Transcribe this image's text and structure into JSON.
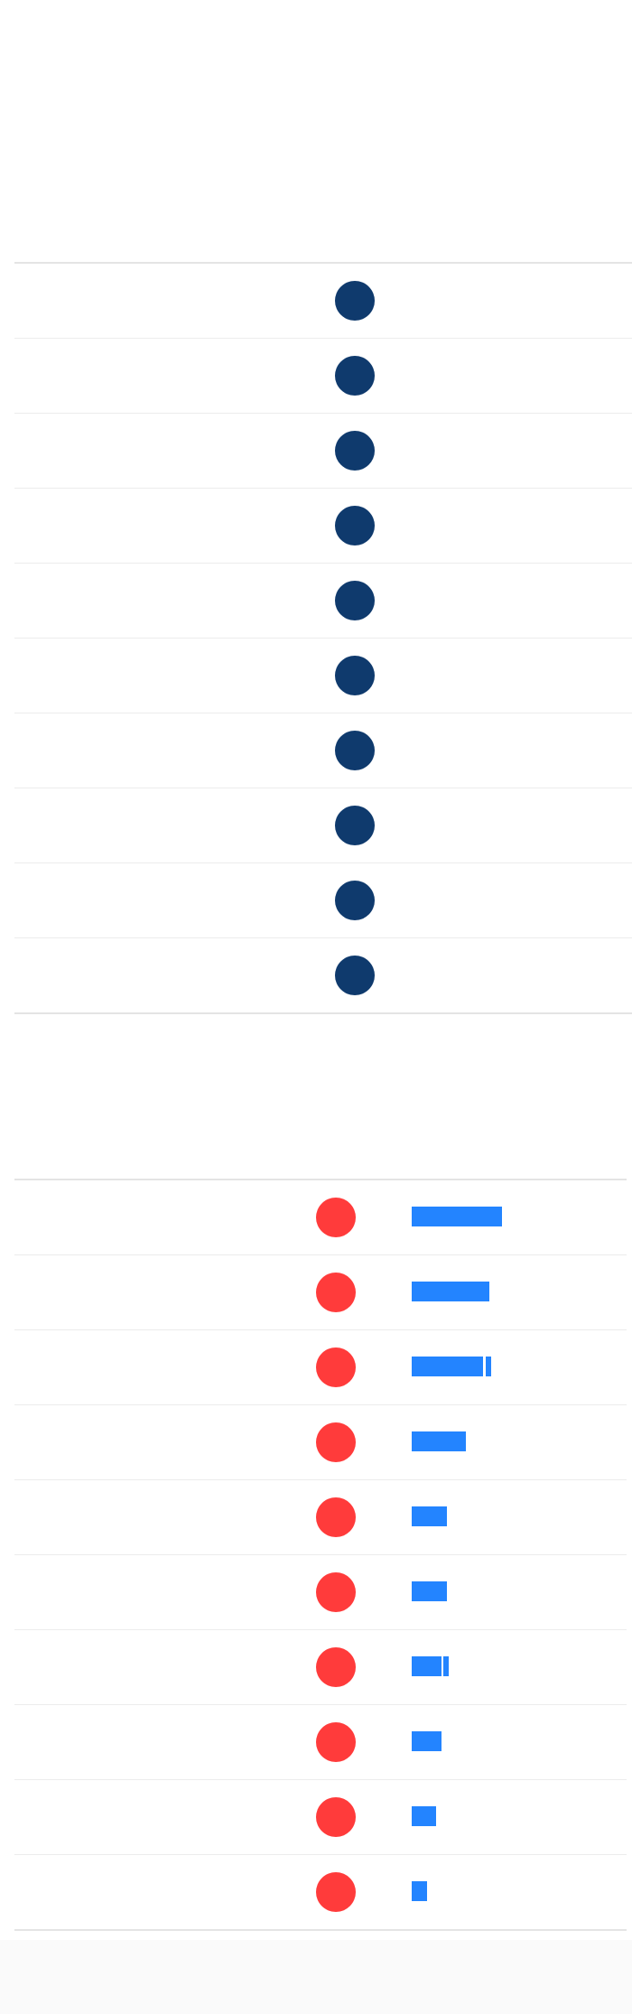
{
  "colors": {
    "table_one_dot": "#0f3a6d",
    "table_two_dot": "#ff3b3b",
    "bar": "#2384ff"
  },
  "table_one": {
    "rows": [
      {
        "dot": "circle-icon"
      },
      {
        "dot": "circle-icon"
      },
      {
        "dot": "circle-icon"
      },
      {
        "dot": "circle-icon"
      },
      {
        "dot": "circle-icon"
      },
      {
        "dot": "circle-icon"
      },
      {
        "dot": "circle-icon"
      },
      {
        "dot": "circle-icon"
      },
      {
        "dot": "circle-icon"
      },
      {
        "dot": "circle-icon"
      }
    ]
  },
  "table_two": {
    "bar_scale_max": 100,
    "rows": [
      {
        "dot": "circle-icon",
        "bar_value": 100,
        "marker_value": null
      },
      {
        "dot": "circle-icon",
        "bar_value": 86,
        "marker_value": null
      },
      {
        "dot": "circle-icon",
        "bar_value": 79,
        "marker_value": 80
      },
      {
        "dot": "circle-icon",
        "bar_value": 60,
        "marker_value": null
      },
      {
        "dot": "circle-icon",
        "bar_value": 39,
        "marker_value": null
      },
      {
        "dot": "circle-icon",
        "bar_value": 39,
        "marker_value": null
      },
      {
        "dot": "circle-icon",
        "bar_value": 33,
        "marker_value": 33
      },
      {
        "dot": "circle-icon",
        "bar_value": 33,
        "marker_value": null
      },
      {
        "dot": "circle-icon",
        "bar_value": 27,
        "marker_value": null
      },
      {
        "dot": "circle-icon",
        "bar_value": 17,
        "marker_value": null
      }
    ]
  }
}
